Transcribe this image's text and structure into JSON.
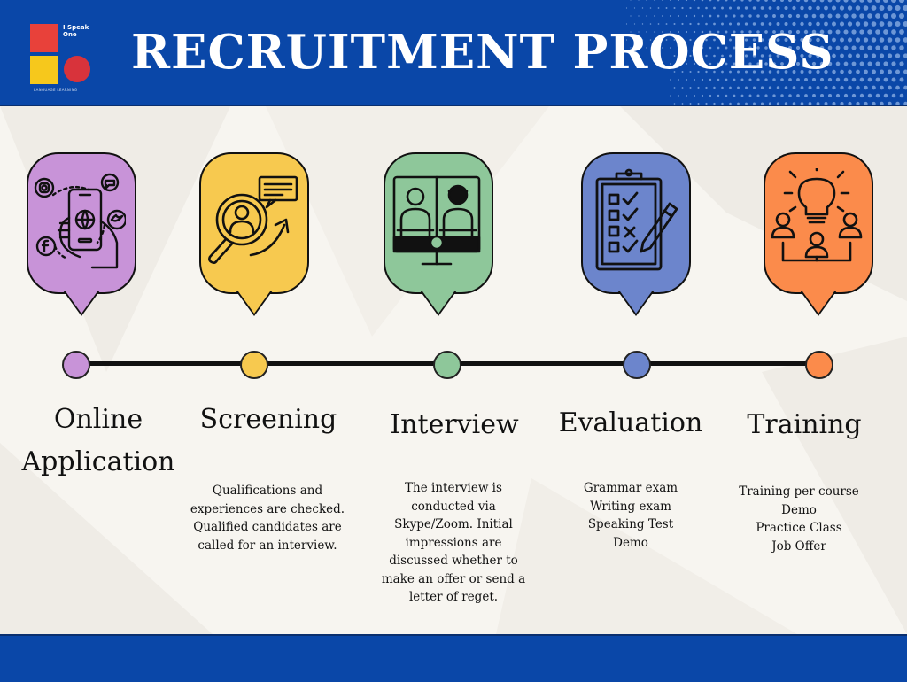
{
  "header": {
    "title": "RECRUITMENT PROCESS",
    "logo_text": "I Speak One",
    "logo_tag": "LANGUAGE LEARNING"
  },
  "colors": {
    "header_blue": "#0a47a8",
    "purple": "#c893d8",
    "yellow": "#f7c94f",
    "green": "#8ec79a",
    "blue": "#6c85cc",
    "orange": "#fb8b4b"
  },
  "stages": [
    {
      "key": "online-application",
      "icon": "phone-social-media-icon",
      "color": "#c893d8",
      "title_lines": [
        "Online",
        "Application"
      ],
      "description": []
    },
    {
      "key": "screening",
      "icon": "magnifier-search-icon",
      "color": "#f7c94f",
      "title_lines": [
        "Screening"
      ],
      "description": [
        "Qualifications and",
        "experiences are checked.",
        "Qualified candidates are",
        "called for an interview."
      ]
    },
    {
      "key": "interview",
      "icon": "video-call-icon",
      "color": "#8ec79a",
      "title_lines": [
        "Interview"
      ],
      "description": [
        "The interview is",
        "conducted via",
        "Skype/Zoom. Initial",
        "impressions are",
        "discussed whether to",
        "make an offer or send a",
        "letter of reget."
      ]
    },
    {
      "key": "evaluation",
      "icon": "clipboard-checklist-icon",
      "color": "#6c85cc",
      "title_lines": [
        "Evaluation"
      ],
      "description": [
        "Grammar exam",
        "Writing exam",
        "Speaking Test",
        "Demo"
      ]
    },
    {
      "key": "training",
      "icon": "lightbulb-team-icon",
      "color": "#fb8b4b",
      "title_lines": [
        "Training"
      ],
      "description": [
        "Training per course",
        "Demo",
        "Practice Class",
        "Job Offer"
      ]
    }
  ]
}
